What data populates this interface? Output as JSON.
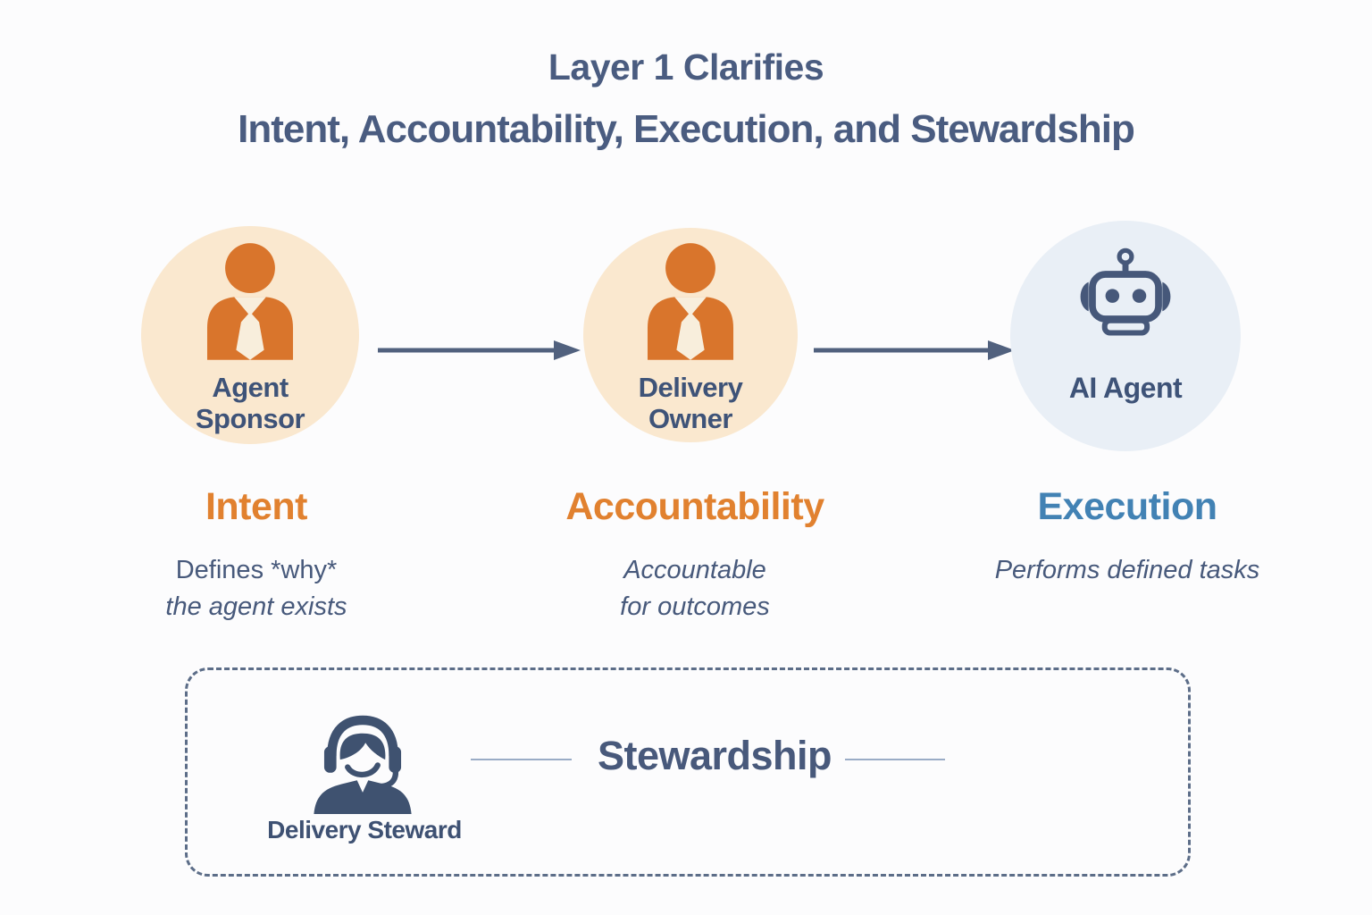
{
  "title": {
    "line1": "Layer 1 Clarifies",
    "line2": "Intent, Accountability, Execution, and Stewardship"
  },
  "flow": {
    "nodes": [
      {
        "icon": "person-tie-icon",
        "label_line1": "Agent",
        "label_line2": "Sponsor"
      },
      {
        "icon": "person-tie-icon",
        "label_line1": "Delivery",
        "label_line2": "Owner"
      },
      {
        "icon": "robot-icon",
        "label": "AI Agent"
      }
    ]
  },
  "columns": [
    {
      "heading": "Intent",
      "desc_line1": "Defines *why*",
      "desc_line2": "the agent exists"
    },
    {
      "heading": "Accountability",
      "desc_line1": "Accountable",
      "desc_line2": "for outcomes"
    },
    {
      "heading": "Execution",
      "desc_line1": "Performs defined tasks"
    }
  ],
  "stewardship": {
    "heading": "Stewardship",
    "role_label": "Delivery Steward"
  },
  "colors": {
    "accent_orange": "#e1812f",
    "accent_blue": "#4282b4",
    "slate_text": "#4a5c80",
    "peach_circle_bg": "#fae8cf",
    "blue_circle_bg": "#e9eff6",
    "icon_orange": "#d9752c",
    "icon_slate": "#46587a",
    "arrow": "#51617e"
  }
}
